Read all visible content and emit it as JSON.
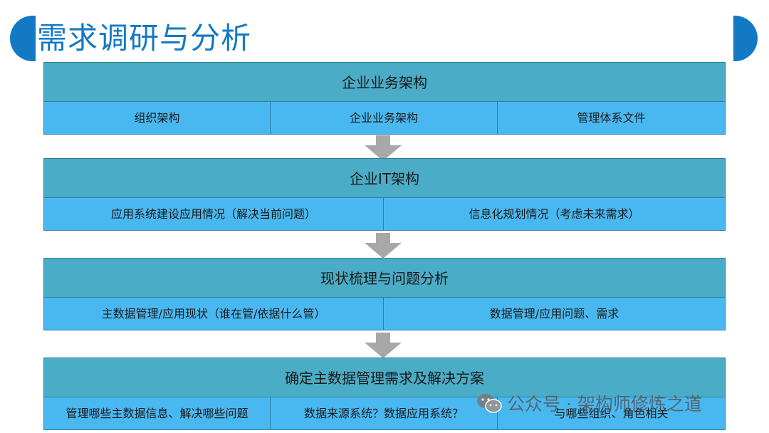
{
  "title": "需求调研与分析",
  "colors": {
    "accent": "#1479c5",
    "header_fill": "#4aacc6",
    "cell_fill": "#4ab8f0",
    "arrow": "#a8a8a8"
  },
  "blocks": [
    {
      "header": "企业业务架构",
      "cells": [
        "组织架构",
        "企业业务架构",
        "管理体系文件"
      ]
    },
    {
      "header": "企业IT架构",
      "cells": [
        "应用系统建设应用情况（解决当前问题）",
        "信息化规划情况（考虑未来需求）"
      ]
    },
    {
      "header": "现状梳理与问题分析",
      "cells": [
        "主数据管理/应用现状（谁在管/依据什么管）",
        "数据管理/应用问题、需求"
      ]
    },
    {
      "header": "确定主数据管理需求及解决方案",
      "cells": [
        "管理哪些主数据信息、解决哪些问题",
        "数据来源系统？数据应用系统？",
        "与哪些组织、角色相关"
      ]
    }
  ],
  "watermark": {
    "icon": "wechat-icon",
    "text": "公众号 · 架构师修炼之道"
  }
}
